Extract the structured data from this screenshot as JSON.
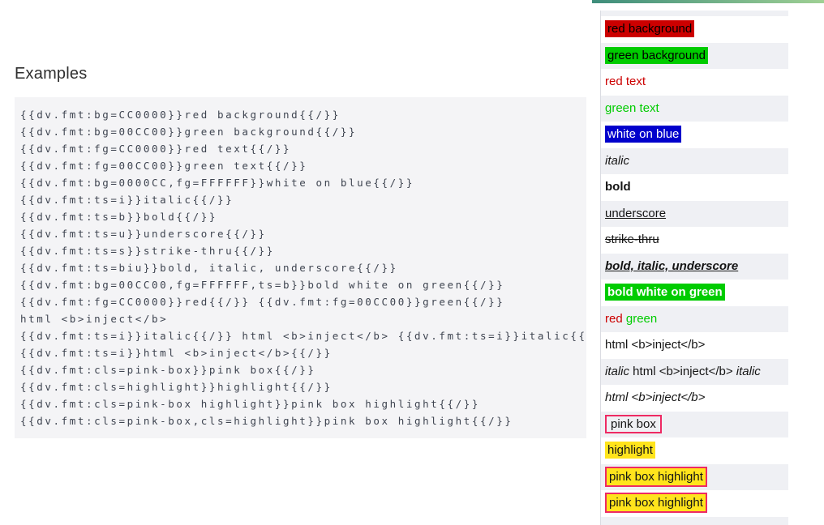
{
  "heading": "Examples",
  "code": {
    "lines": [
      "{{dv.fmt:bg=CC0000}}red background{{/}}",
      "{{dv.fmt:bg=00CC00}}green background{{/}}",
      "{{dv.fmt:fg=CC0000}}red text{{/}}",
      "{{dv.fmt:fg=00CC00}}green text{{/}}",
      "{{dv.fmt:bg=0000CC,fg=FFFFFF}}white on blue{{/}}",
      "{{dv.fmt:ts=i}}italic{{/}}",
      "{{dv.fmt:ts=b}}bold{{/}}",
      "{{dv.fmt:ts=u}}underscore{{/}}",
      "{{dv.fmt:ts=s}}strike-thru{{/}}",
      "{{dv.fmt:ts=biu}}bold, italic, underscore{{/}}",
      "{{dv.fmt:bg=00CC00,fg=FFFFFF,ts=b}}bold white on green{{/}}",
      "{{dv.fmt:fg=CC0000}}red{{/}} {{dv.fmt:fg=00CC00}}green{{/}}",
      "html <b>inject</b>",
      "{{dv.fmt:ts=i}}italic{{/}} html <b>inject</b> {{dv.fmt:ts=i}}italic{{/}}",
      "{{dv.fmt:ts=i}}html <b>inject</b>{{/}}",
      "{{dv.fmt:cls=pink-box}}pink box{{/}}",
      "{{dv.fmt:cls=highlight}}highlight{{/}}",
      "{{dv.fmt:cls=pink-box highlight}}pink box highlight{{/}}",
      "{{dv.fmt:cls=pink-box,cls=highlight}}pink box highlight{{/}}"
    ]
  },
  "results": {
    "rows": [
      {
        "segments": [
          {
            "text": "red background",
            "styles": [
              "bg-red"
            ]
          }
        ]
      },
      {
        "segments": [
          {
            "text": "green background",
            "styles": [
              "bg-green"
            ]
          }
        ]
      },
      {
        "segments": [
          {
            "text": "red text",
            "styles": [
              "fg-red"
            ]
          }
        ]
      },
      {
        "segments": [
          {
            "text": "green text",
            "styles": [
              "fg-green"
            ]
          }
        ]
      },
      {
        "segments": [
          {
            "text": "white on blue",
            "styles": [
              "bg-blue",
              "fg-white"
            ]
          }
        ]
      },
      {
        "segments": [
          {
            "text": "italic",
            "styles": [
              "italic"
            ]
          }
        ]
      },
      {
        "segments": [
          {
            "text": "bold",
            "styles": [
              "bold"
            ]
          }
        ]
      },
      {
        "segments": [
          {
            "text": "underscore",
            "styles": [
              "underline"
            ]
          }
        ]
      },
      {
        "segments": [
          {
            "text": "strike-thru",
            "styles": [
              "strike"
            ]
          }
        ]
      },
      {
        "segments": [
          {
            "text": "bold, italic, underscore",
            "styles": [
              "bold",
              "italic",
              "underline"
            ]
          }
        ]
      },
      {
        "segments": [
          {
            "text": "bold white on green",
            "styles": [
              "bg-green",
              "fg-white",
              "bold"
            ]
          }
        ]
      },
      {
        "segments": [
          {
            "text": "red",
            "styles": [
              "fg-red"
            ]
          },
          {
            "text": " ",
            "styles": []
          },
          {
            "text": "green",
            "styles": [
              "fg-green"
            ]
          }
        ]
      },
      {
        "segments": [
          {
            "text": "html <b>inject</b>",
            "styles": []
          }
        ]
      },
      {
        "segments": [
          {
            "text": "italic",
            "styles": [
              "italic"
            ]
          },
          {
            "text": " html <b>inject</b> ",
            "styles": []
          },
          {
            "text": "italic",
            "styles": [
              "italic"
            ]
          }
        ]
      },
      {
        "segments": [
          {
            "text": "html <b>inject</b>",
            "styles": [
              "italic"
            ]
          }
        ]
      },
      {
        "segments": [
          {
            "text": "pink box",
            "styles": [
              "pink-box"
            ]
          }
        ]
      },
      {
        "segments": [
          {
            "text": "highlight",
            "styles": [
              "highlight"
            ]
          }
        ]
      },
      {
        "segments": [
          {
            "text": "pink box highlight",
            "styles": [
              "pink-box",
              "highlight"
            ]
          }
        ]
      },
      {
        "segments": [
          {
            "text": "pink box highlight",
            "styles": [
              "pink-box",
              "highlight"
            ]
          }
        ]
      }
    ]
  },
  "colors": {
    "red": "#CC0000",
    "green": "#00CC00",
    "blue": "#0000CC",
    "white": "#FFFFFF",
    "highlight": "#FFE41C",
    "pink": "#EE2A63",
    "stripe_gray": "#EFF0F4",
    "code_bg": "#F4F4F6",
    "code_fg": "#3E4450",
    "border_gray": "#DADCE2",
    "bar_start": "#3E8D7B",
    "bar_end": "#9FD094"
  }
}
